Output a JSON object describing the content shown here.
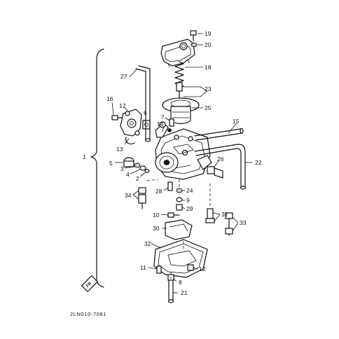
{
  "callouts": {
    "c1": "1",
    "c2": "2",
    "c3": "3",
    "c4": "4",
    "c5": "5",
    "c6": "6",
    "c7": "7",
    "c8": "8",
    "c9": "9",
    "c10": "10",
    "c11": "11",
    "c12": "12",
    "c13": "13",
    "c14": "14",
    "c15": "15",
    "c16": "16",
    "c17": "17",
    "c18": "18",
    "c19": "19",
    "c20": "20",
    "c21": "21",
    "c22": "22",
    "c23": "23",
    "c24": "24",
    "c25": "25",
    "c26": "26",
    "c27": "27",
    "c28": "28",
    "c29": "29",
    "c30": "30",
    "c31": "31",
    "c32": "32",
    "c33": "33",
    "c34": "34"
  },
  "diagram_code": "2LN010-7081",
  "front_badge": "FR",
  "colors": {
    "ink": "#111111",
    "paper": "#ffffff"
  }
}
